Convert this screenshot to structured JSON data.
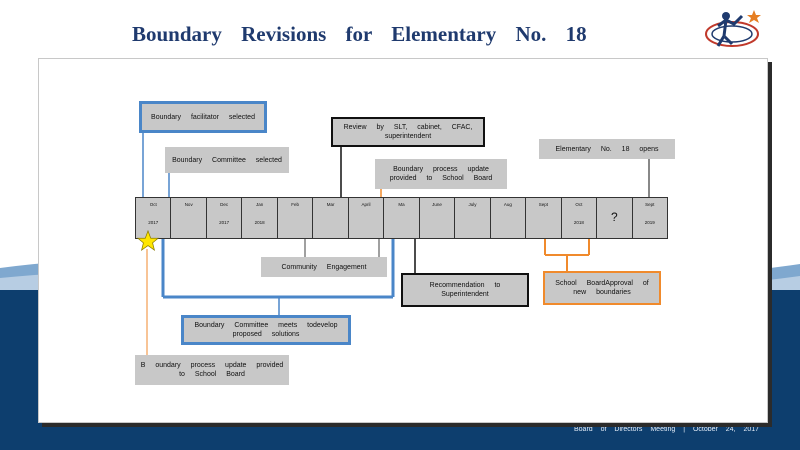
{
  "title": "Boundary   Revisions   for Elementary   No. 18",
  "footer": "Board of Directors Meeting   |   October 24, 2017",
  "colors": {
    "title": "#1f3a6e",
    "blue_border": "#4a86c8",
    "orange_border": "#f08a2c",
    "box_fill": "#c8c8c8",
    "band": "#0d3e6e"
  },
  "timeline": {
    "cells": [
      {
        "month": "Oct",
        "year": "2017"
      },
      {
        "month": "Nov",
        "year": ""
      },
      {
        "month": "Dec",
        "year": "2017"
      },
      {
        "month": "Jan",
        "year": "2018"
      },
      {
        "month": "Feb",
        "year": ""
      },
      {
        "month": "Mar",
        "year": ""
      },
      {
        "month": "April",
        "year": ""
      },
      {
        "month": "Ma",
        "year": ""
      },
      {
        "month": "June",
        "year": ""
      },
      {
        "month": "July",
        "year": ""
      },
      {
        "month": "Aug",
        "year": ""
      },
      {
        "month": "Sept",
        "year": ""
      },
      {
        "month": "Oct",
        "year": "2018"
      },
      {
        "month": "",
        "year": "",
        "mark": "?"
      },
      {
        "month": "Sept",
        "year": "2019"
      }
    ]
  },
  "boxes": {
    "facilitator": "Boundary facilitator selected",
    "committee_selected": "Boundary Committee selected",
    "review": "Review by SLT, cabinet, CFAC, superintendent",
    "process_update_top": "Boundary process update provided to School Board",
    "opens": "Elementary No. 18 opens",
    "community": "Community Engagement",
    "recommendation": "Recommendation to Superintendent",
    "board_approval": "School BoardApproval of new boundaries",
    "committee_meets": "Boundary Committee meets todevelop proposed solutions",
    "process_update_bottom": "B oundary process update provided to School Board"
  }
}
